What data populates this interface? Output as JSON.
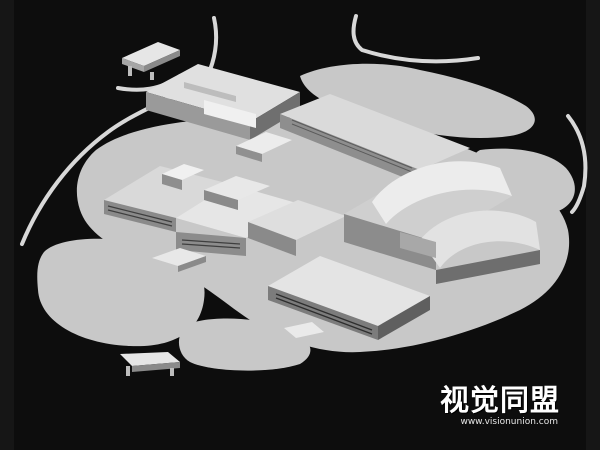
{
  "photo": {
    "subject": "white architectural site model on black board",
    "colors": {
      "background": "#1b1b1b",
      "board": "#0c0c0c",
      "ground": "#c9c9c9",
      "roof": "#e2e2e2",
      "shadow": "#7d7d7d",
      "road": "#dcdcdc"
    }
  },
  "watermark": {
    "title": "视觉同盟",
    "url": "www.visionunion.com"
  }
}
